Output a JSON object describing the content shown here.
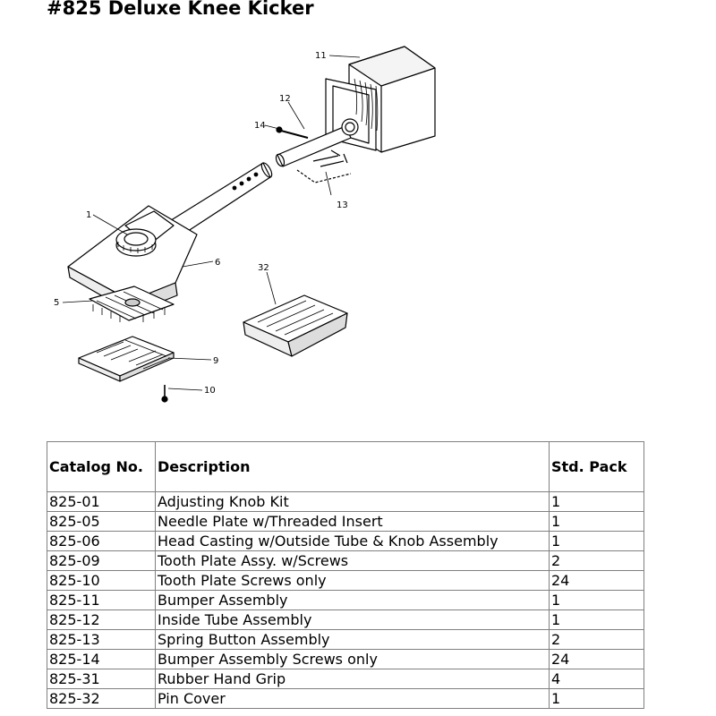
{
  "page": {
    "title": "#825 Deluxe Knee Kicker"
  },
  "diagram": {
    "callouts": [
      "1",
      "5",
      "6",
      "9",
      "10",
      "11",
      "12",
      "13",
      "14",
      "32"
    ]
  },
  "table": {
    "headers": [
      "Catalog No.",
      "Description",
      "Std. Pack"
    ],
    "rows": [
      [
        "825-01",
        "Adjusting Knob Kit",
        "1"
      ],
      [
        "825-05",
        "Needle Plate w/Threaded Insert",
        "1"
      ],
      [
        "825-06",
        "Head Casting w/Outside Tube & Knob Assembly",
        "1"
      ],
      [
        "825-09",
        "Tooth Plate Assy. w/Screws",
        "2"
      ],
      [
        "825-10",
        "Tooth Plate Screws only",
        "24"
      ],
      [
        "825-11",
        "Bumper Assembly",
        "1"
      ],
      [
        "825-12",
        "Inside Tube Assembly",
        "1"
      ],
      [
        "825-13",
        "Spring Button Assembly",
        "2"
      ],
      [
        "825-14",
        "Bumper Assembly Screws only",
        "24"
      ],
      [
        "825-31",
        "Rubber Hand Grip",
        "4"
      ],
      [
        "825-32",
        "Pin Cover",
        "1"
      ]
    ]
  }
}
